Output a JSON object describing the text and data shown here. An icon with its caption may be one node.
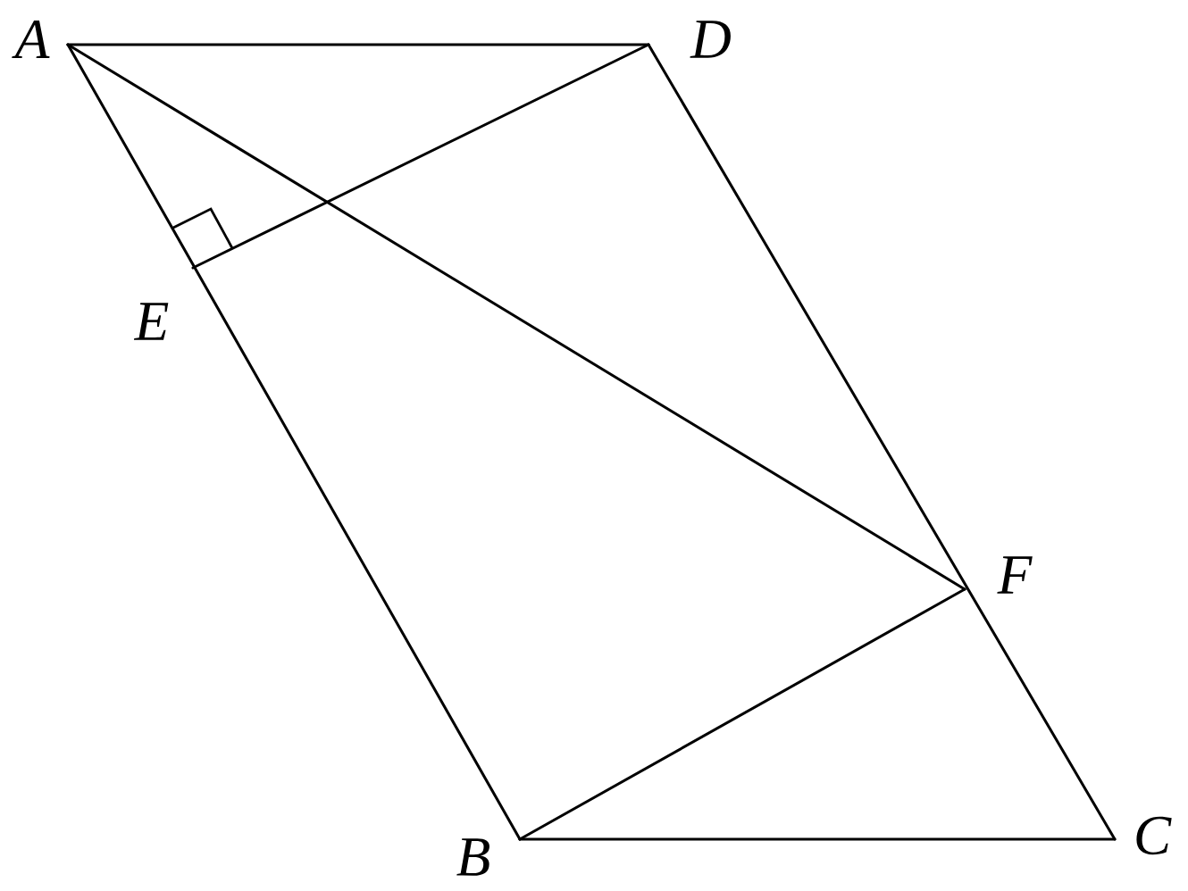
{
  "diagram": {
    "nodes": [
      {
        "text": [
          "A"
        ]
      },
      {
        "text": [
          "D"
        ]
      },
      {
        "text": [
          "E"
        ]
      },
      {
        "text": [
          "F"
        ]
      },
      {
        "text": [
          "B"
        ]
      },
      {
        "text": [
          "C"
        ]
      }
    ],
    "edges": [
      {
        "from": 0,
        "to": 1,
        "arrow": "none"
      },
      {
        "from": 0,
        "to": 4,
        "arrow": "none"
      },
      {
        "from": 1,
        "to": 5,
        "arrow": "none"
      },
      {
        "from": 4,
        "to": 5,
        "arrow": "none"
      },
      {
        "from": 0,
        "to": 3,
        "arrow": "none"
      },
      {
        "from": 1,
        "to": 2,
        "arrow": "none"
      },
      {
        "from": 4,
        "to": 3,
        "arrow": "none"
      }
    ]
  }
}
